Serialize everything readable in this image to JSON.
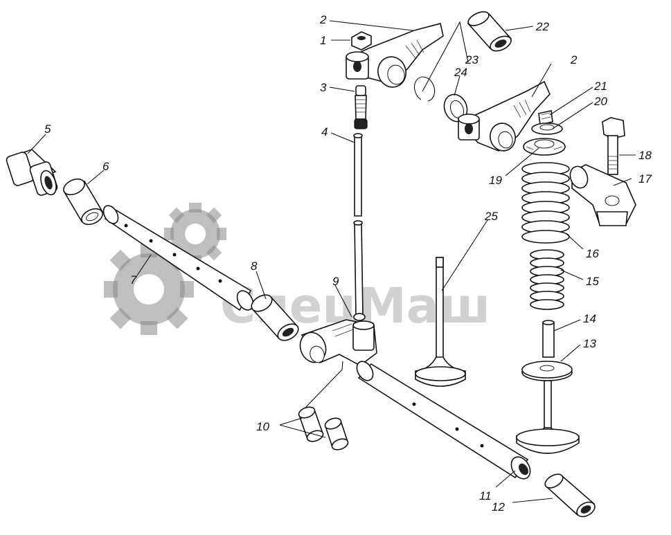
{
  "watermark": {
    "text": "СпецМаш"
  },
  "callouts": {
    "p1": "1",
    "p2a": "2",
    "p2b": "2",
    "p3": "3",
    "p4": "4",
    "p5": "5",
    "p6": "6",
    "p7": "7",
    "p8": "8",
    "p9": "9",
    "p10": "10",
    "p11": "11",
    "p12": "12",
    "p13": "13",
    "p14": "14",
    "p15": "15",
    "p16": "16",
    "p17": "17",
    "p18": "18",
    "p19": "19",
    "p20": "20",
    "p21": "21",
    "p22": "22",
    "p23": "23",
    "p24": "24",
    "p25": "25"
  }
}
